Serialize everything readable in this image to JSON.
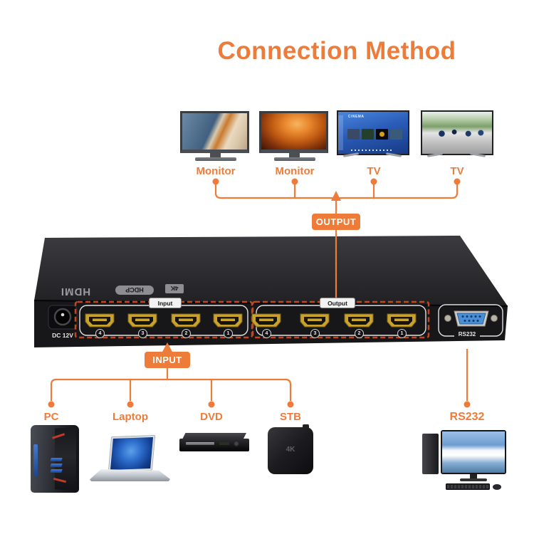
{
  "title": "Connection Method",
  "colors": {
    "accent_orange": "#ED7C3B",
    "dashed_red": "#C2461F",
    "device_black": "#17171A",
    "hdmi_gold": "#C9A22E",
    "db9_blue": "#4A8FD4"
  },
  "output_section": {
    "badge": "OUTPUT",
    "displays": [
      {
        "label": "Monitor",
        "screen": "santorini-photo"
      },
      {
        "label": "Monitor",
        "screen": "canyon-photo"
      },
      {
        "label": "TV",
        "screen": "smart-tv-menu",
        "screen_text": "CINEMA"
      },
      {
        "label": "TV",
        "screen": "cycling-race-photo"
      }
    ]
  },
  "input_section": {
    "badge": "INPUT",
    "sources": [
      {
        "label": "PC"
      },
      {
        "label": "Laptop"
      },
      {
        "label": "DVD"
      },
      {
        "label": "STB",
        "badge": "4K"
      }
    ]
  },
  "switch_device": {
    "branding": {
      "hdmi": "HDMI",
      "hdcp": "HDCP",
      "k4": "4K"
    },
    "power_label": "DC 12V",
    "input_group": {
      "label": "Input",
      "port_numbers": [
        "4",
        "3",
        "2",
        "1"
      ]
    },
    "output_group": {
      "label": "Output",
      "port_numbers": [
        "4",
        "3",
        "2",
        "1"
      ]
    },
    "rs232_port_label": "RS232"
  },
  "rs232_section": {
    "label": "RS232"
  }
}
